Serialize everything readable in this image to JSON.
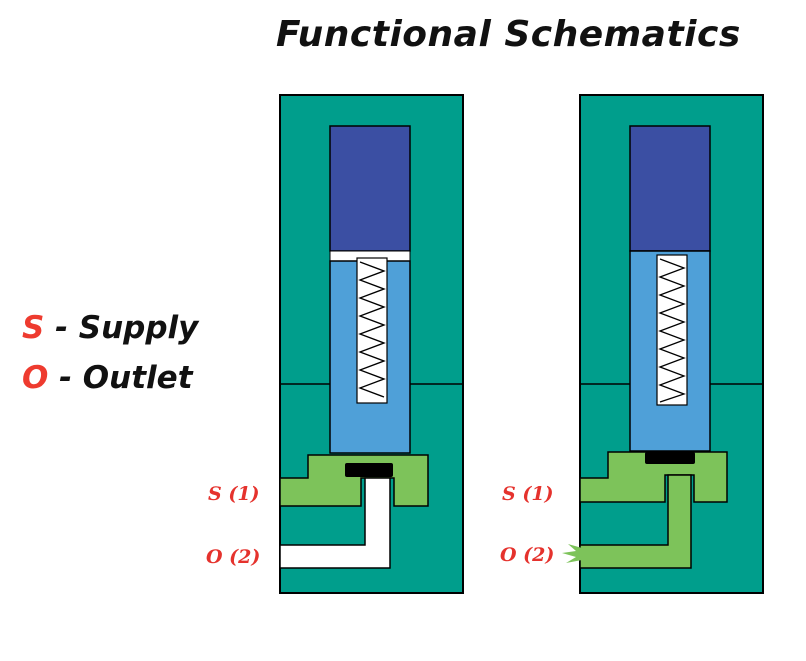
{
  "title": "Functional Schematics",
  "legend": [
    {
      "key": "S",
      "text": " - Supply"
    },
    {
      "key": "O",
      "text": " - Outlet"
    }
  ],
  "ports": {
    "supply": "S (1)",
    "outlet": "O (2)"
  },
  "colors": {
    "body": "#009e8c",
    "solenoid": "#3b4fa3",
    "plunger": "#4fa0d8",
    "flow": "#7dc35a",
    "seal": "#000000",
    "label": "#e5322d"
  }
}
